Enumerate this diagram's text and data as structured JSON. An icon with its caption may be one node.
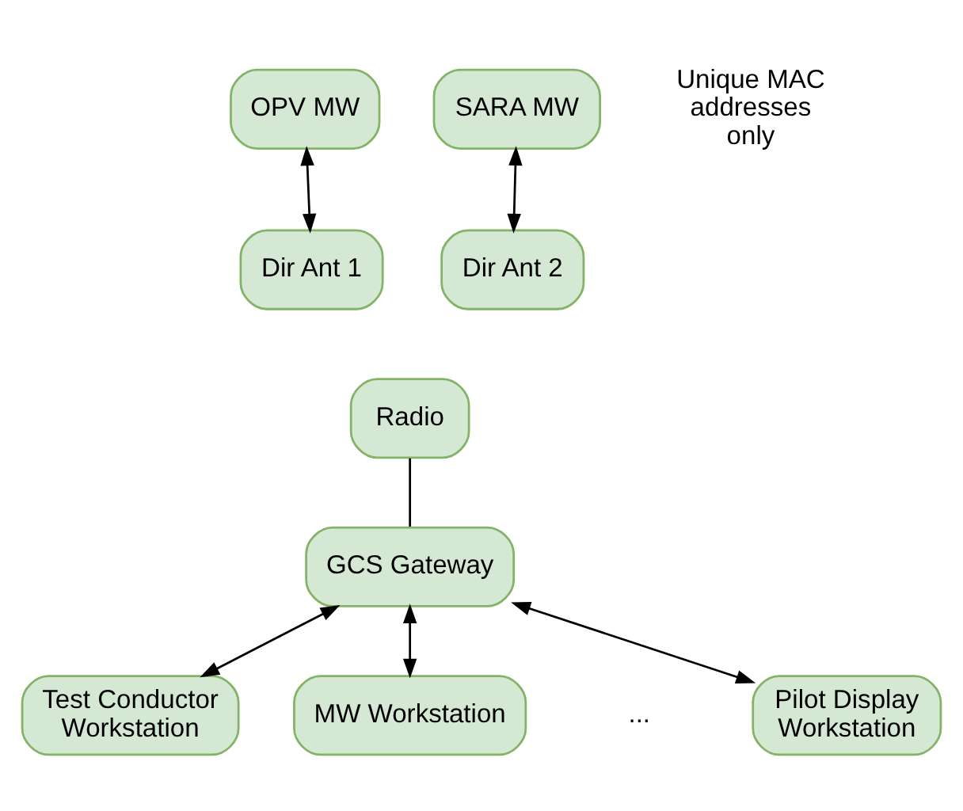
{
  "diagram": {
    "nodes": [
      {
        "text": [
          "OPV MW"
        ]
      },
      {
        "text": [
          "SARA MW"
        ]
      },
      {
        "text": [
          "Dir Ant 1"
        ]
      },
      {
        "text": [
          "Dir Ant 2"
        ]
      },
      {
        "text": [
          "Radio"
        ]
      },
      {
        "text": [
          "GCS Gateway"
        ]
      },
      {
        "text": [
          "Test Conductor Workstation"
        ]
      },
      {
        "text": [
          "MW Workstation"
        ]
      },
      {
        "text": [
          "Pilot Display Workstation"
        ]
      }
    ],
    "edges": [
      {
        "from": 0,
        "to": 2,
        "arrow": "both"
      },
      {
        "from": 1,
        "to": 3,
        "arrow": "both"
      },
      {
        "from": 4,
        "to": 5,
        "arrow": "none"
      },
      {
        "from": 5,
        "to": 6,
        "arrow": "both"
      },
      {
        "from": 5,
        "to": 7,
        "arrow": "both"
      },
      {
        "from": 5,
        "to": 8,
        "arrow": "both"
      }
    ],
    "labels": [
      "Unique MAC addresses only",
      "..."
    ]
  }
}
